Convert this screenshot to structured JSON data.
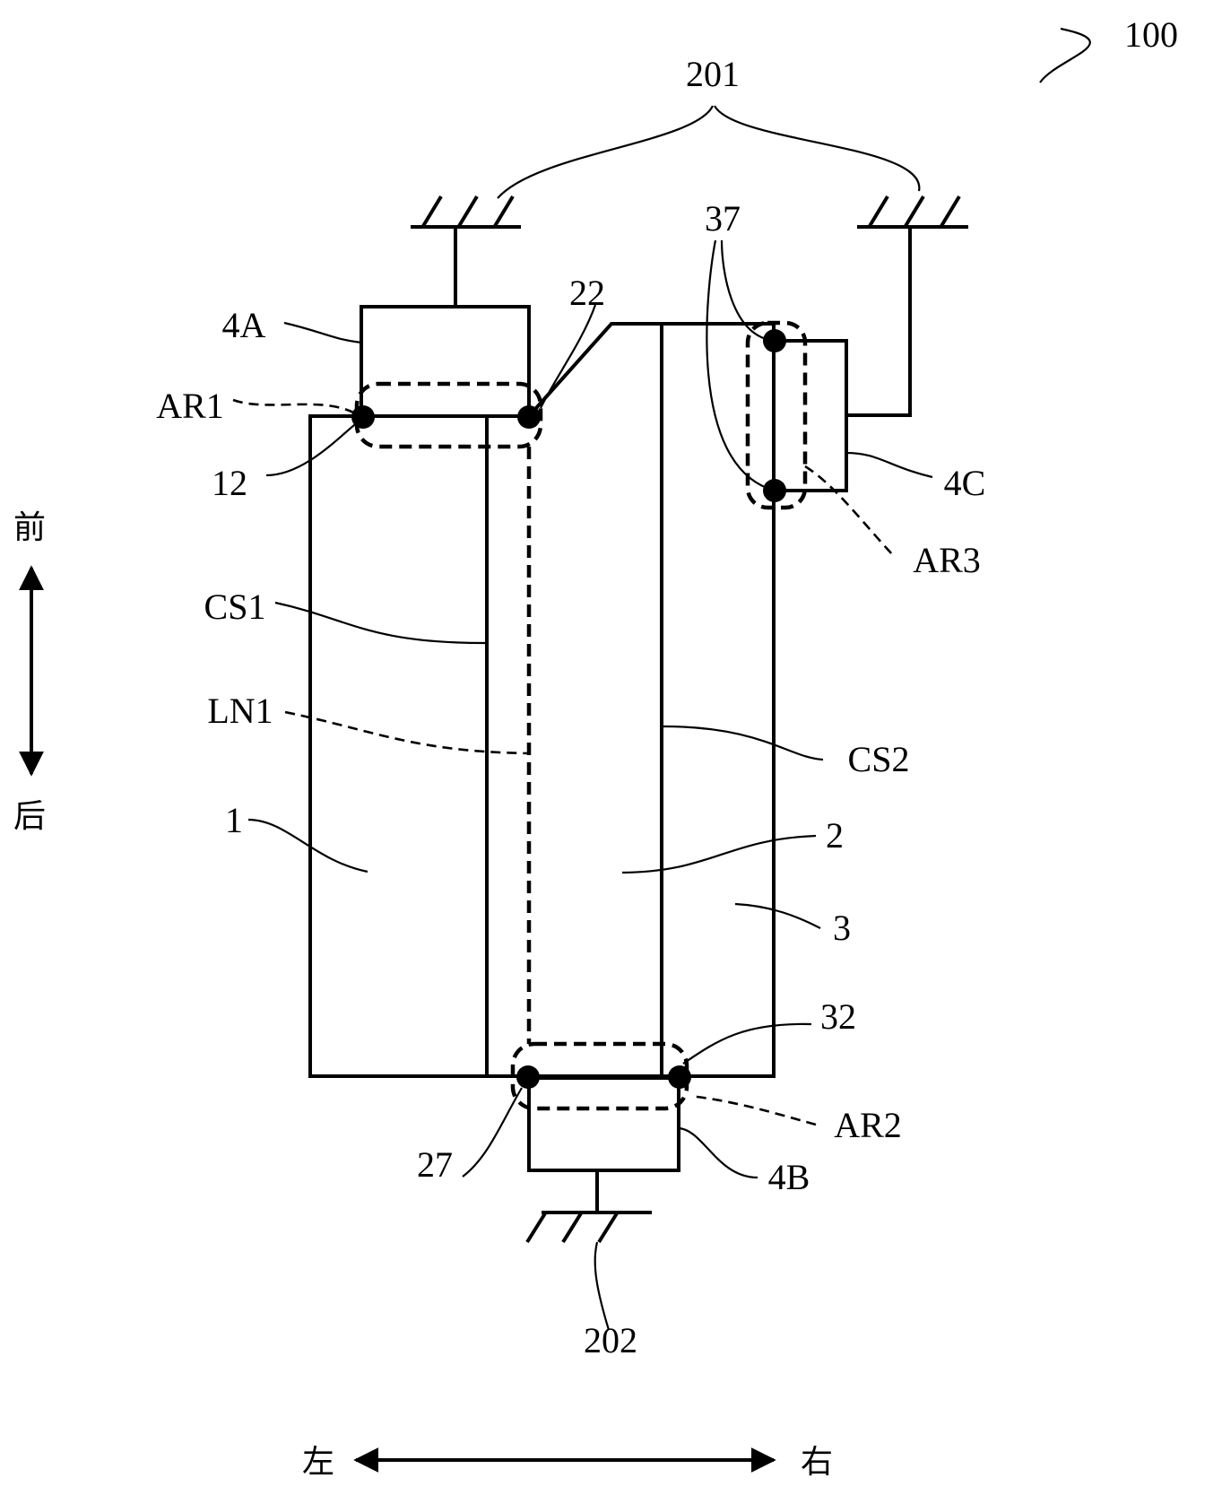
{
  "figure": {
    "labels": {
      "ref_100": "100",
      "ref_201": "201",
      "ref_202": "202",
      "ref_37": "37",
      "ref_22": "22",
      "ref_4A": "4A",
      "ref_4B": "4B",
      "ref_4C": "4C",
      "ref_AR1": "AR1",
      "ref_AR2": "AR2",
      "ref_AR3": "AR3",
      "ref_12": "12",
      "ref_27": "27",
      "ref_32": "32",
      "ref_CS1": "CS1",
      "ref_CS2": "CS2",
      "ref_LN1": "LN1",
      "ref_1": "1",
      "ref_2": "2",
      "ref_3": "3"
    },
    "directions": {
      "front": "前",
      "back": "后",
      "left": "左",
      "right": "右"
    }
  }
}
